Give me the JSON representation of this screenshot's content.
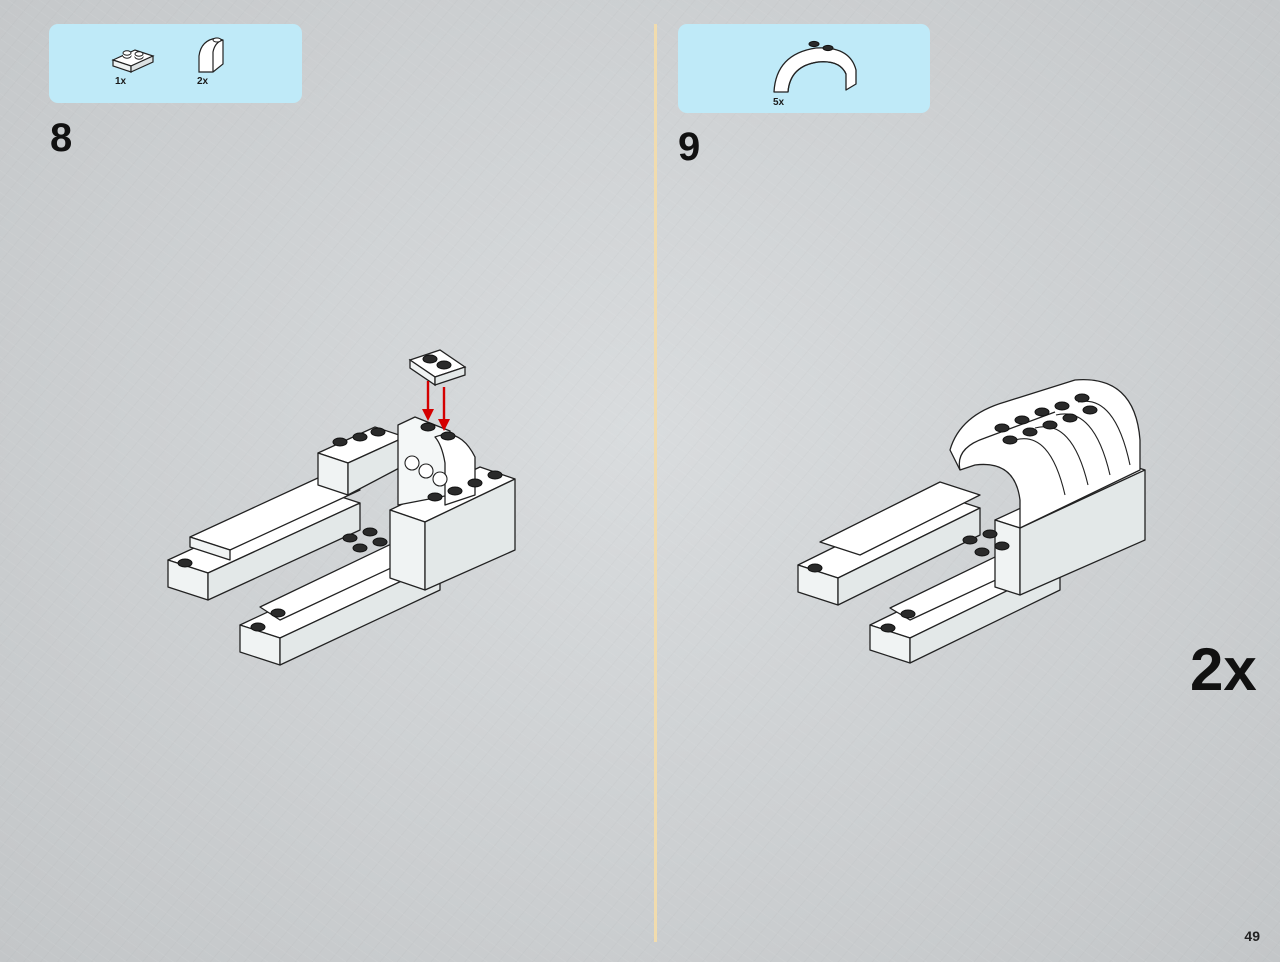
{
  "steps": [
    {
      "number": "8",
      "parts": [
        {
          "icon": "plate-1x2-icon",
          "qty": "1x"
        },
        {
          "icon": "curved-slope-brick-icon",
          "qty": "2x"
        }
      ]
    },
    {
      "number": "9",
      "parts": [
        {
          "icon": "arch-brick-icon",
          "qty": "5x"
        }
      ],
      "multiplier": "2x"
    }
  ],
  "page_number": "49",
  "colors": {
    "parts_box": "#bfeaf8",
    "divider": "#f1dcae",
    "arrow": "#d40000",
    "brick": "#ffffff"
  }
}
